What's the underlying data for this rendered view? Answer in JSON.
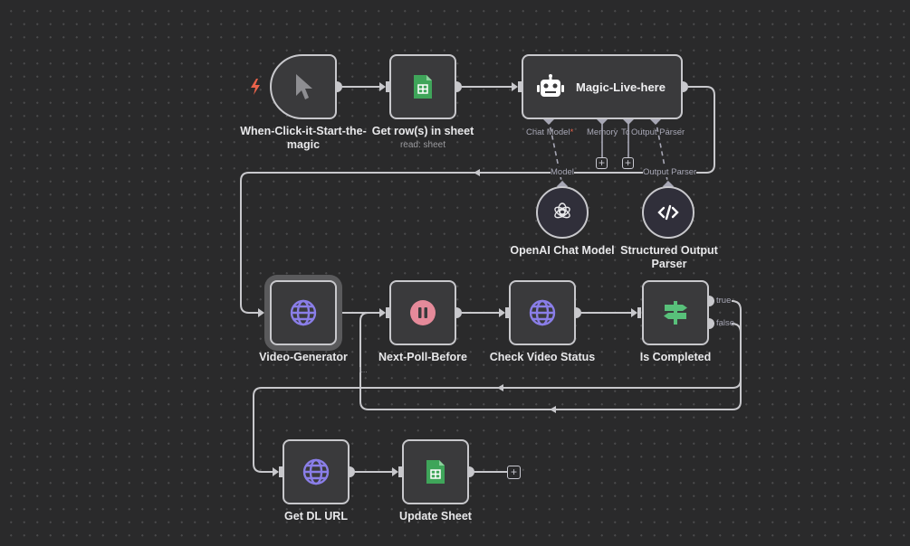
{
  "workflow": {
    "nodes": {
      "trigger": {
        "label": "When-Click-it-Start-the-",
        "label2": "magic",
        "icon": "cursor-icon"
      },
      "get_rows": {
        "label": "Get row(s) in sheet",
        "sublabel": "read: sheet",
        "icon": "google-sheets-icon"
      },
      "agent": {
        "label": "Magic-Live-here",
        "icon": "robot-icon",
        "ports": {
          "chat_model": "Chat Model",
          "required_mark": "*",
          "memory": "Memory",
          "tool": "Tc",
          "output_parser": "Output Parser"
        }
      },
      "openai": {
        "label": "OpenAI Chat Model",
        "icon": "openai-icon",
        "conn_label": "Model"
      },
      "parser": {
        "label": "Structured Output",
        "label2": "Parser",
        "icon": "code-icon",
        "conn_label": "Output Parser"
      },
      "video_gen": {
        "label": "Video-Generator",
        "icon": "globe-icon"
      },
      "wait": {
        "label": "Next-Poll-Before",
        "icon": "pause-icon",
        "note": "I..."
      },
      "check_status": {
        "label": "Check Video Status",
        "icon": "globe-icon"
      },
      "if_completed": {
        "label": "Is Completed",
        "icon": "signpost-icon",
        "outputs": {
          "true": "true",
          "false": "false"
        }
      },
      "get_url": {
        "label": "Get DL URL",
        "icon": "globe-icon"
      },
      "update_sheet": {
        "label": "Update Sheet",
        "icon": "google-sheets-icon"
      }
    },
    "add_symbol": "+"
  },
  "colors": {
    "background": "#2a2a2b",
    "node_fill": "#3a3a3c",
    "node_border": "#c8c8cc",
    "wire": "#c8c8cc",
    "trigger_bolt": "#e8624a",
    "sheets_green": "#3fa55a",
    "globe_purple": "#8a7ee8",
    "pause_pink": "#e58a9a",
    "if_green": "#58c07a"
  }
}
